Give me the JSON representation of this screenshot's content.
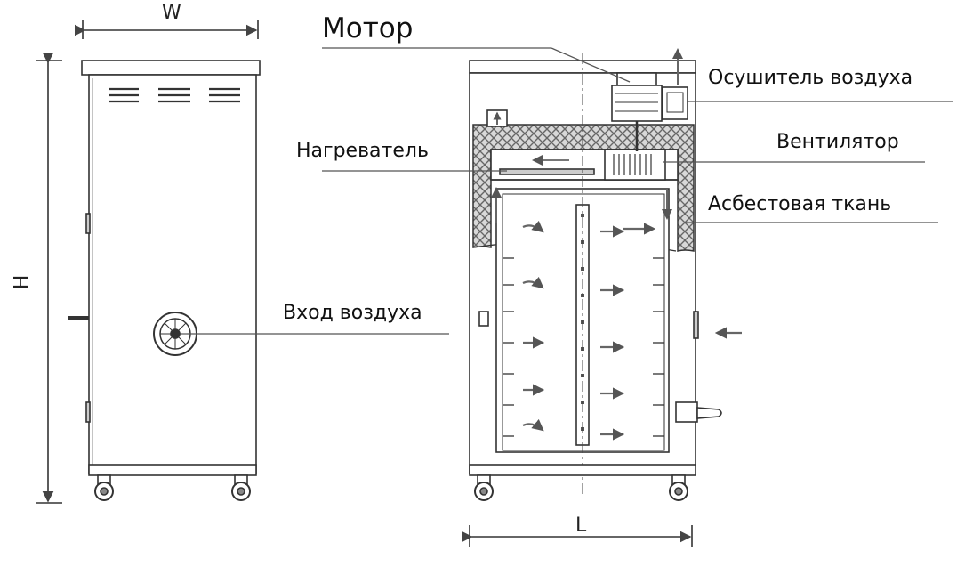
{
  "labels": {
    "motor": "Мотор",
    "dehumidifier": "Осушитель воздуха",
    "heater": "Нагреватель",
    "fan": "Вентилятор",
    "asbestos": "Асбестовая ткань",
    "air_inlet": "Вход воздуха"
  },
  "dimensions": {
    "width": "W",
    "height": "H",
    "length": "L"
  },
  "colors": {
    "line": "#333333",
    "insulation": "#999999",
    "background": "#ffffff"
  }
}
